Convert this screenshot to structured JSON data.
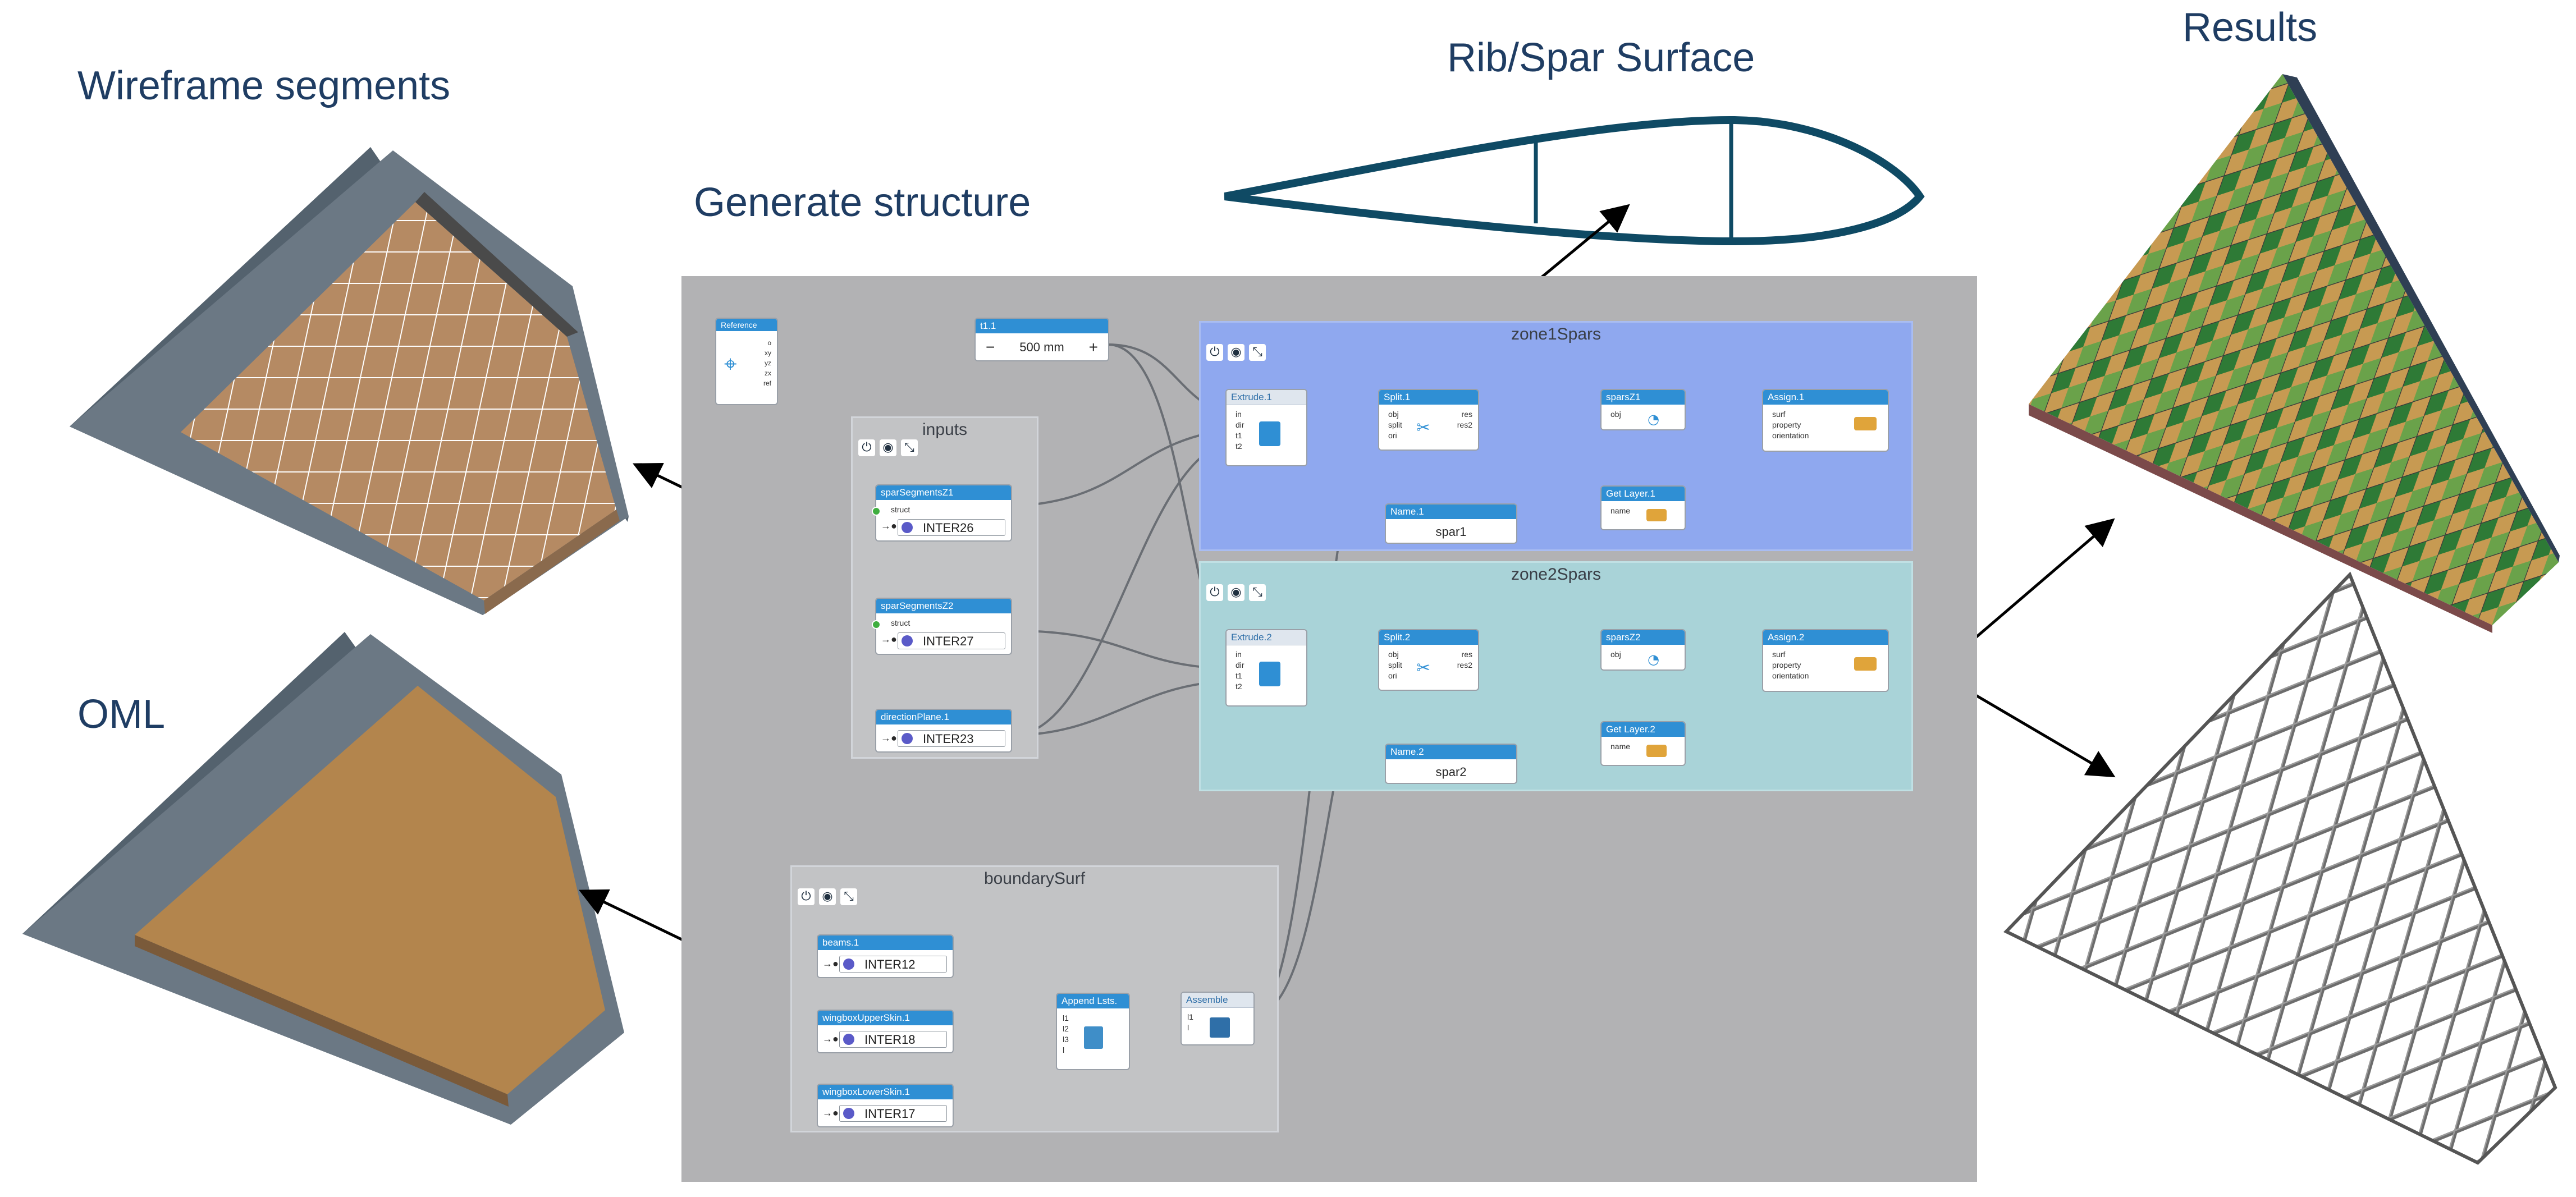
{
  "headings": {
    "wireframe": "Wireframe segments",
    "oml": "OML",
    "generate": "Generate structure",
    "ribspar": "Rib/Spar Surface",
    "results": "Results"
  },
  "canvas": {
    "reference": {
      "title": "Reference",
      "ports": [
        "o",
        "xy",
        "yz",
        "zx",
        "ref"
      ]
    },
    "param": {
      "title": "t1.1",
      "value": "500 mm",
      "minus": "−",
      "plus": "+"
    },
    "inputs": {
      "title": "inputs",
      "nodes": [
        {
          "title": "sparSegmentsZ1",
          "port": "struct",
          "value": "INTER26"
        },
        {
          "title": "sparSegmentsZ2",
          "port": "struct",
          "value": "INTER27"
        },
        {
          "title": "directionPlane.1",
          "port": "",
          "value": "INTER23"
        }
      ]
    },
    "zone1": {
      "title": "zone1Spars",
      "extrude": {
        "title": "Extrude.1",
        "ports": [
          "in",
          "dir",
          "t1",
          "t2"
        ]
      },
      "split": {
        "title": "Split.1",
        "ports_in": [
          "obj",
          "split",
          "ori"
        ],
        "ports_out": [
          "res",
          "res2"
        ]
      },
      "spars": {
        "title": "sparsZ1",
        "ports_in": [
          "obj"
        ]
      },
      "assign": {
        "title": "Assign.1",
        "ports_in": [
          "surf",
          "property",
          "orientation"
        ]
      },
      "name": {
        "title": "Name.1",
        "value": "spar1"
      },
      "getlayer": {
        "title": "Get Layer.1",
        "ports_in": [
          "name"
        ]
      }
    },
    "zone2": {
      "title": "zone2Spars",
      "extrude": {
        "title": "Extrude.2",
        "ports": [
          "in",
          "dir",
          "t1",
          "t2"
        ]
      },
      "split": {
        "title": "Split.2",
        "ports_in": [
          "obj",
          "split",
          "ori"
        ],
        "ports_out": [
          "res",
          "res2"
        ]
      },
      "spars": {
        "title": "sparsZ2",
        "ports_in": [
          "obj"
        ]
      },
      "assign": {
        "title": "Assign.2",
        "ports_in": [
          "surf",
          "property",
          "orientation"
        ]
      },
      "name": {
        "title": "Name.2",
        "value": "spar2"
      },
      "getlayer": {
        "title": "Get Layer.2",
        "ports_in": [
          "name"
        ]
      }
    },
    "boundary": {
      "title": "boundarySurf",
      "nodes": [
        {
          "title": "beams.1",
          "value": "INTER12"
        },
        {
          "title": "wingboxUpperSkin.1",
          "value": "INTER18"
        },
        {
          "title": "wingboxLowerSkin.1",
          "value": "INTER17"
        }
      ],
      "append": {
        "title": "Append Lsts.",
        "ports": [
          "l1",
          "l2",
          "l3",
          "l"
        ]
      },
      "assemble": {
        "title": "Assemble",
        "ports": [
          "l1",
          "l"
        ]
      }
    }
  },
  "colors": {
    "heading": "#1f3d63",
    "zone1_bg": "#8fa8ef",
    "zone2_bg": "#a9d3d8",
    "node_header": "#2f8fd4",
    "canvas_bg": "#b2b2b4",
    "airfoil": "#0f4a64"
  },
  "icons": [
    "power-icon",
    "eye-icon",
    "collapse-icon",
    "arrow-icon"
  ]
}
